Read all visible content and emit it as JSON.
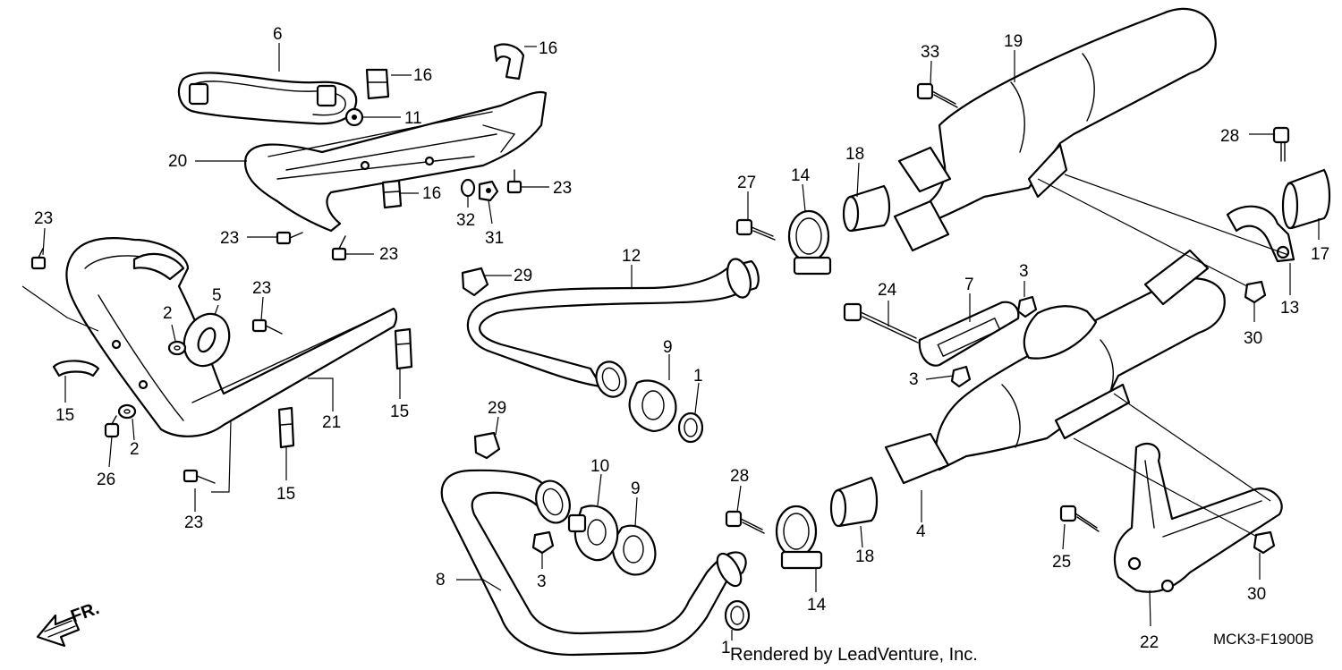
{
  "diagram": {
    "code": "MCK3-F1900B",
    "credit": "Rendered by LeadVenture, Inc.",
    "direction": "FR.",
    "labels": {
      "p1a": "1",
      "p1b": "1",
      "p2a": "2",
      "p2b": "2",
      "p3a": "3",
      "p3b": "3",
      "p3c": "3",
      "p4": "4",
      "p5": "5",
      "p6": "6",
      "p7": "7",
      "p8": "8",
      "p9a": "9",
      "p9b": "9",
      "p10": "10",
      "p11": "11",
      "p12": "12",
      "p13": "13",
      "p14a": "14",
      "p14b": "14",
      "p15a": "15",
      "p15b": "15",
      "p15c": "15",
      "p16a": "16",
      "p16b": "16",
      "p16c": "16",
      "p17": "17",
      "p18a": "18",
      "p18b": "18",
      "p19": "19",
      "p20": "20",
      "p21": "21",
      "p22": "22",
      "p23a": "23",
      "p23b": "23",
      "p23c": "23",
      "p23d": "23",
      "p23e": "23",
      "p23f": "23",
      "p24": "24",
      "p25": "25",
      "p26": "26",
      "p27": "27",
      "p28a": "28",
      "p28b": "28",
      "p29a": "29",
      "p29b": "29",
      "p30a": "30",
      "p30b": "30",
      "p31": "31",
      "p32": "32",
      "p33": "33"
    }
  }
}
